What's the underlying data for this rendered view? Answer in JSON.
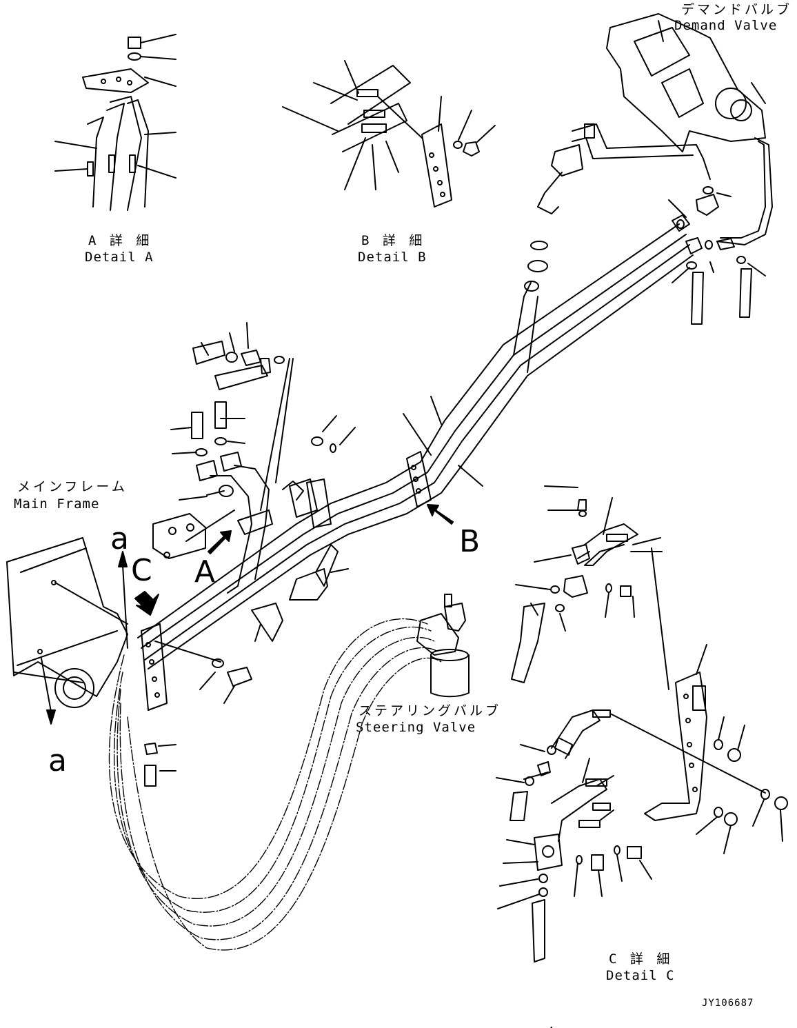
{
  "labels": {
    "demand_valve_jp": "デマンドバルブ",
    "demand_valve_en": "Demand Valve",
    "detail_a_jp": "A 詳 細",
    "detail_a_en": "Detail A",
    "detail_b_jp": "B 詳 細",
    "detail_b_en": "Detail B",
    "detail_c_jp": "C 詳 細",
    "detail_c_en": "Detail C",
    "main_frame_jp": "メインフレーム",
    "main_frame_en": "Main Frame",
    "steering_valve_jp": "ステアリングバルブ",
    "steering_valve_en": "Steering Valve",
    "view_a": "A",
    "view_b": "B",
    "view_c": "C",
    "ref_a_top": "a",
    "ref_a_bottom": "a",
    "drawing_number": "JY106687"
  }
}
